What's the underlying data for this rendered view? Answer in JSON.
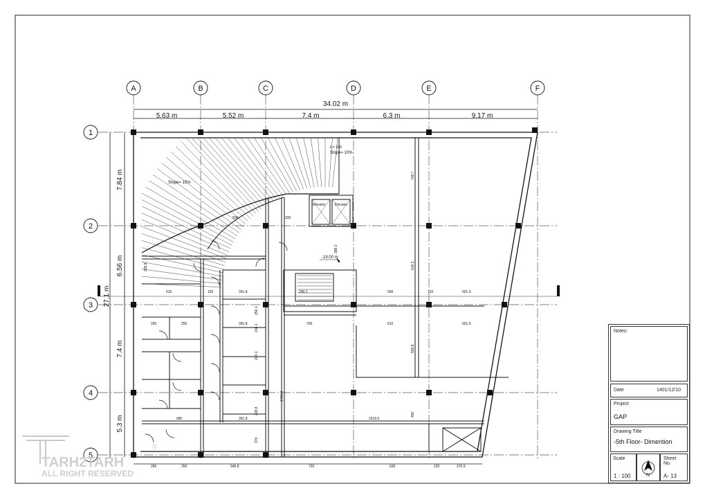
{
  "grid": {
    "columns": [
      "A",
      "B",
      "C",
      "D",
      "E",
      "F"
    ],
    "rows": [
      "1",
      "2",
      "3",
      "4",
      "5"
    ],
    "overall_width": "34.02 m",
    "column_spacings": [
      "5.63 m",
      "5.52 m",
      "7.4 m",
      "6.3 m",
      "9.17 m"
    ],
    "row_spacings": [
      "7.84 m",
      "6.56 m",
      "7.4 m",
      "5.3 m"
    ],
    "overall_height": "27.1 m"
  },
  "plan": {
    "slope_upper": "Slope= 15%",
    "ramp_length": "L= 1m",
    "ramp_slope": "Slope= 10%",
    "elevator_label": "Elevator",
    "level_mark": "-19.00 m",
    "dims": {
      "d506": "506",
      "d330": "330",
      "d748_7": "748.7",
      "d388_2": "388.2",
      "d616_2": "616.2",
      "d515": "515",
      "d155": "155",
      "d391_8": "391.8",
      "d290_2": "290.2",
      "d590": "590",
      "d120": "120",
      "d601_9": "601.9",
      "d700": "700",
      "d610": "610",
      "d265": "265",
      "d250": "250",
      "d559_8": "559.8",
      "d1709_8": "1709.8",
      "d1616_5": "1616.5",
      "d450": "450",
      "d680": "680",
      "d546_8": "546.8",
      "d720": "720",
      "d630": "630",
      "d270_9": "270.9",
      "d256_1": "256.1",
      "d208_8": "208.8",
      "d216_1": "216.1",
      "d204_1": "204.1",
      "d370": "370",
      "d229_8": "229.8"
    }
  },
  "title_block": {
    "notes_label": "Notes:",
    "date_label": "Date",
    "date_value": "1401/12/10",
    "project_label": "Project",
    "project_value": "GAP",
    "drawing_title_label": "Drawing Title",
    "drawing_title_value": "-5th Floor- Dimention",
    "scale_label": "Scale",
    "scale_value": "1 : 100",
    "north_label": "N",
    "sheet_label": "Sheet\nNo.",
    "sheet_value": "A- 13"
  },
  "watermark": {
    "brand": "TARH2TARH",
    "rights": "ALL RIGHT RESERVED",
    "copyright": "©"
  }
}
